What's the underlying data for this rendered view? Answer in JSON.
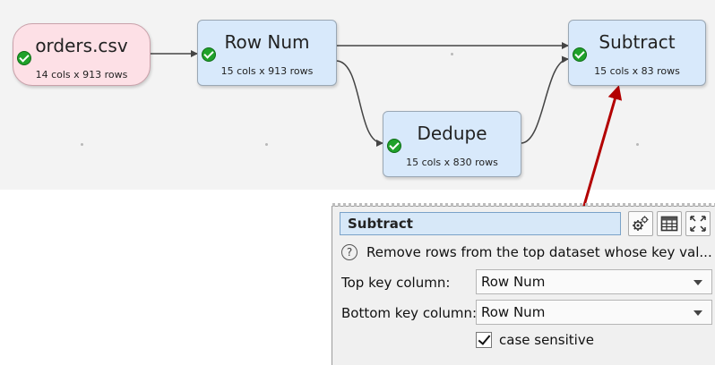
{
  "canvas": {
    "nodes": [
      {
        "id": "orders",
        "title": "orders.csv",
        "subtitle": "14 cols x 913 rows",
        "kind": "input"
      },
      {
        "id": "rownum",
        "title": "Row Num",
        "subtitle": "15 cols x 913 rows",
        "kind": "transform"
      },
      {
        "id": "subtract",
        "title": "Subtract",
        "subtitle": "15 cols x 83 rows",
        "kind": "transform"
      },
      {
        "id": "dedupe",
        "title": "Dedupe",
        "subtitle": "15 cols x 830 rows",
        "kind": "transform"
      }
    ],
    "status_icon": "check-circle-icon",
    "colors": {
      "input_node": "#fde0e6",
      "transform_node": "#d8e9fb",
      "ok": "#1fa12a",
      "callout": "#b30000"
    }
  },
  "panel": {
    "title": "Subtract",
    "toolbar_icons": [
      "gears-icon",
      "table-icon",
      "expand-icon"
    ],
    "description": "Remove rows from the top dataset whose key val...",
    "top_key_label": "Top key column:",
    "top_key_value": "Row Num",
    "bottom_key_label": "Bottom key column:",
    "bottom_key_value": "Row Num",
    "case_sensitive_label": "case sensitive",
    "case_sensitive_checked": true
  }
}
